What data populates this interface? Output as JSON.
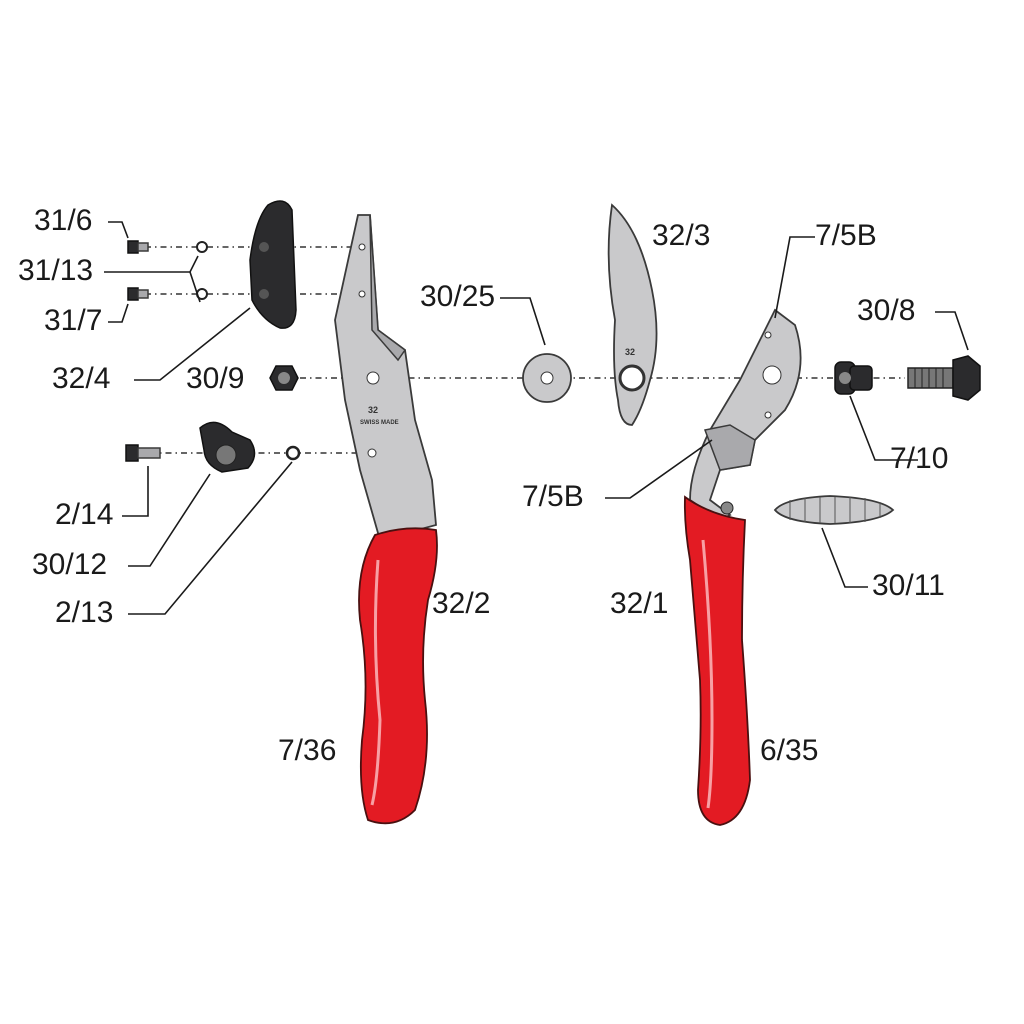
{
  "labels": {
    "p31_6": "31/6",
    "p31_13": "31/13",
    "p31_7": "31/7",
    "p32_4": "32/4",
    "p30_9": "30/9",
    "p2_14": "2/14",
    "p30_12": "30/12",
    "p2_13": "2/13",
    "p32_2": "32/2",
    "p7_36": "7/36",
    "p30_25": "30/25",
    "p32_3": "32/3",
    "p7_5B_top": "7/5B",
    "p30_8": "30/8",
    "p7_10": "7/10",
    "p7_5B_mid": "7/5B",
    "p30_11": "30/11",
    "p32_1": "32/1",
    "p6_35": "6/35"
  },
  "stamps": {
    "model": "32",
    "origin": "SWISS MADE"
  },
  "colors": {
    "handle": "#e31b23",
    "metal": "#c9c9cb",
    "dark_part": "#2b2b2d"
  }
}
